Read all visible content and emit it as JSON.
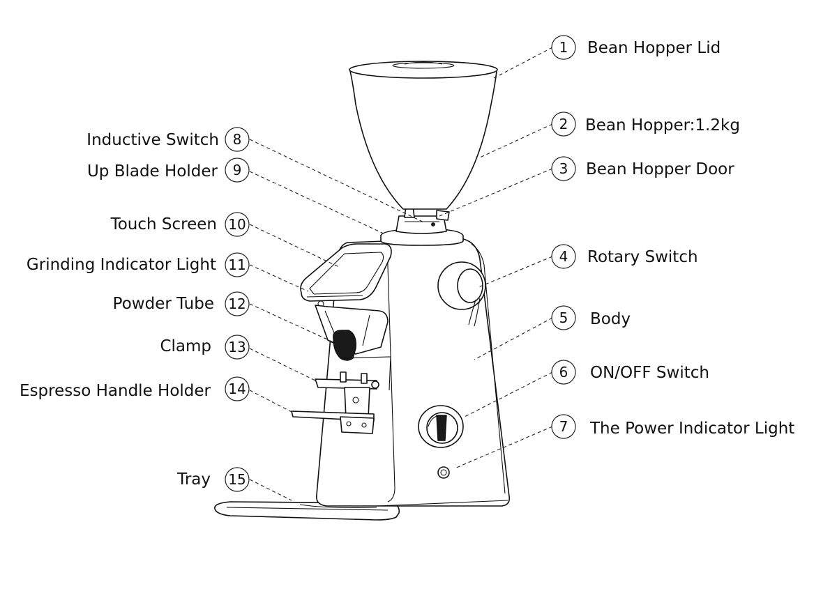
{
  "diagram": {
    "colors": {
      "ink": "#111111",
      "background": "#ffffff"
    },
    "parts": [
      {
        "number": "1",
        "label": "Bean Hopper Lid",
        "side": "right"
      },
      {
        "number": "2",
        "label": "Bean Hopper:1.2kg",
        "side": "right"
      },
      {
        "number": "3",
        "label": "Bean Hopper Door",
        "side": "right"
      },
      {
        "number": "4",
        "label": "Rotary Switch",
        "side": "right"
      },
      {
        "number": "5",
        "label": "Body",
        "side": "right"
      },
      {
        "number": "6",
        "label": "ON/OFF Switch",
        "side": "right"
      },
      {
        "number": "7",
        "label": "The Power Indicator Light",
        "side": "right"
      },
      {
        "number": "8",
        "label": "Inductive Switch",
        "side": "left"
      },
      {
        "number": "9",
        "label": "Up Blade Holder",
        "side": "left"
      },
      {
        "number": "10",
        "label": "Touch Screen",
        "side": "left"
      },
      {
        "number": "11",
        "label": "Grinding Indicator Light",
        "side": "left"
      },
      {
        "number": "12",
        "label": "Powder Tube",
        "side": "left"
      },
      {
        "number": "13",
        "label": "Clamp",
        "side": "left"
      },
      {
        "number": "14",
        "label": "Espresso Handle Holder",
        "side": "left"
      },
      {
        "number": "15",
        "label": "Tray",
        "side": "left"
      }
    ]
  }
}
